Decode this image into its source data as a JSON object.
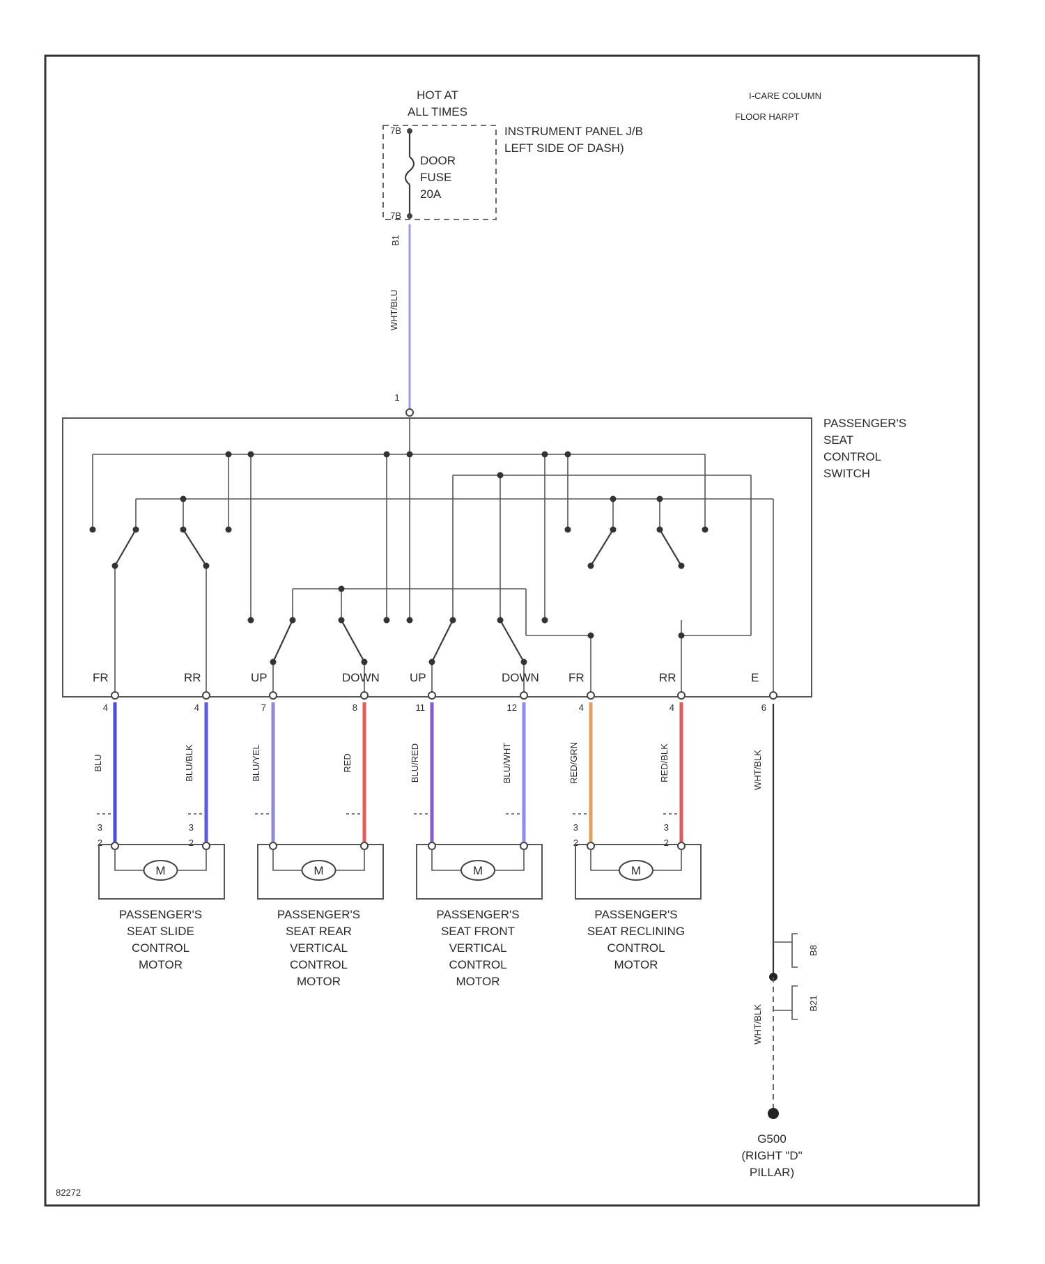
{
  "power": {
    "hot_label": [
      "HOT AT",
      "ALL TIMES"
    ],
    "junction_block": [
      "INSTRUMENT PANEL J/B",
      "LEFT SIDE OF DASH)"
    ],
    "fuse": [
      "DOOR",
      "FUSE",
      "20A"
    ],
    "fuse_pin_top": "7B",
    "fuse_pin_bottom": "7B",
    "feed_pin_a": "B1",
    "feed_pin_b": "1",
    "feed_wire": "WHT/BLU",
    "feed_color": "#9a9af0"
  },
  "legend": {
    "line1": "I-CARE COLUMN",
    "line2": "FLOOR HARPT"
  },
  "switch": {
    "label": [
      "PASSENGER'S",
      "SEAT",
      "CONTROL",
      "SWITCH"
    ],
    "terminals": [
      {
        "label": "FR",
        "pin": "4",
        "wire": "BLU",
        "color": "#4a4ae8",
        "mpins": [
          "3",
          "2"
        ]
      },
      {
        "label": "RR",
        "pin": "4",
        "wire": "BLU/BLK",
        "color": "#5a5ae0",
        "mpins": [
          "3",
          "2"
        ]
      },
      {
        "label": "UP",
        "pin": "7",
        "wire": "BLU/YEL",
        "color": "#8a8ad8",
        "mpins": [
          "",
          ""
        ]
      },
      {
        "label": "DOWN",
        "pin": "8",
        "wire": "RED",
        "color": "#e85858",
        "mpins": [
          "",
          ""
        ]
      },
      {
        "label": "UP",
        "pin": "11",
        "wire": "BLU/RED",
        "color": "#8a5ad0",
        "mpins": [
          "",
          ""
        ]
      },
      {
        "label": "DOWN",
        "pin": "12",
        "wire": "BLU/WHT",
        "color": "#8c8cf0",
        "mpins": [
          "",
          ""
        ]
      },
      {
        "label": "FR",
        "pin": "4",
        "wire": "RED/GRN",
        "color": "#e0a060",
        "mpins": [
          "3",
          "2"
        ]
      },
      {
        "label": "RR",
        "pin": "4",
        "wire": "RED/BLK",
        "color": "#e05858",
        "mpins": [
          "3",
          "2"
        ]
      },
      {
        "label": "E",
        "pin": "6",
        "wire": "WHT/BLK",
        "color": "#333333",
        "mpins": [
          "",
          ""
        ]
      }
    ]
  },
  "motors": [
    {
      "symbol": "M",
      "label": [
        "PASSENGER'S",
        "SEAT SLIDE",
        "CONTROL",
        "MOTOR"
      ]
    },
    {
      "symbol": "M",
      "label": [
        "PASSENGER'S",
        "SEAT REAR",
        "VERTICAL",
        "CONTROL",
        "MOTOR"
      ]
    },
    {
      "symbol": "M",
      "label": [
        "PASSENGER'S",
        "SEAT FRONT",
        "VERTICAL",
        "CONTROL",
        "MOTOR"
      ]
    },
    {
      "symbol": "M",
      "label": [
        "PASSENGER'S",
        "SEAT RECLINING",
        "CONTROL",
        "MOTOR"
      ]
    }
  ],
  "ground": {
    "wire": "WHT/BLK",
    "connector_a": "B8",
    "connector_b": "B21",
    "label": [
      "G500",
      "(RIGHT \"D\"",
      "PILLAR)"
    ]
  },
  "figure_id": "82272"
}
